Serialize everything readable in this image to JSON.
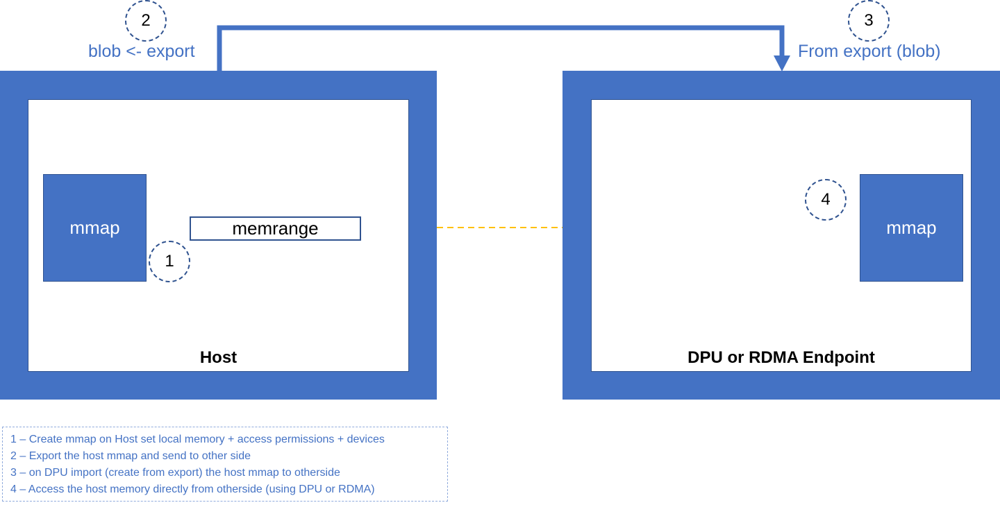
{
  "host": {
    "label": "Host",
    "mmap_label": "mmap",
    "memrange_label": "memrange"
  },
  "dpu": {
    "label": "DPU or RDMA Endpoint",
    "mmap_label": "mmap"
  },
  "steps": {
    "step1": "1",
    "step2": "2",
    "step3": "3",
    "step4": "4"
  },
  "captions": {
    "export": "blob <- export",
    "import": "From export (blob)"
  },
  "legend": [
    "1 – Create mmap on Host set local memory + access permissions + devices",
    "2 – Export the host mmap and send to other side",
    "3 – on DPU import (create from export) the host mmap to otherside",
    "4 – Access the host memory directly from otherside (using DPU or RDMA)"
  ],
  "colors": {
    "frame_blue": "#4472c4",
    "border_blue": "#2f528f",
    "arrow_yellow": "#ffc000",
    "legend_text": "#4472c4"
  }
}
